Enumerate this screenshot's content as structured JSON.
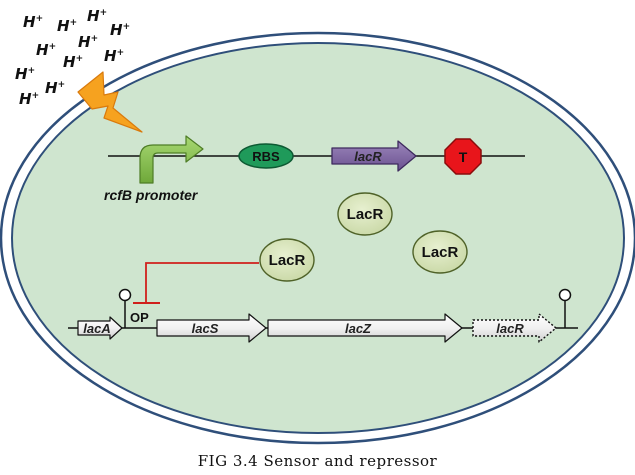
{
  "protons": [
    "H+",
    "H+",
    "H+",
    "H+",
    "H+",
    "H+",
    "H+",
    "H+",
    "H+",
    "H+",
    "H+"
  ],
  "upper_operon": {
    "promoter_label": "rcfB promoter",
    "rbs_label": "RBS",
    "gene_label": "lacR",
    "terminator_label": "T"
  },
  "repressor_proteins": [
    "LacR",
    "LacR",
    "LacR"
  ],
  "lower_operon": {
    "operator_label": "OP",
    "genes": [
      "lacA",
      "lacS",
      "lacZ",
      "lacR"
    ]
  },
  "caption": "FIG 3.4 Sensor and repressor",
  "colors": {
    "cytoplasm": "#cfe5cf",
    "membrane": "#2f4f7a",
    "promoter_arrow": "#8dc44f",
    "rbs": "#1f9a5a",
    "lacR_gene": "#8064a2",
    "terminator": "#e8151b",
    "repressor": "#d8e4bc",
    "repression_line": "#d0201c",
    "lightning": "#f39a1e"
  }
}
